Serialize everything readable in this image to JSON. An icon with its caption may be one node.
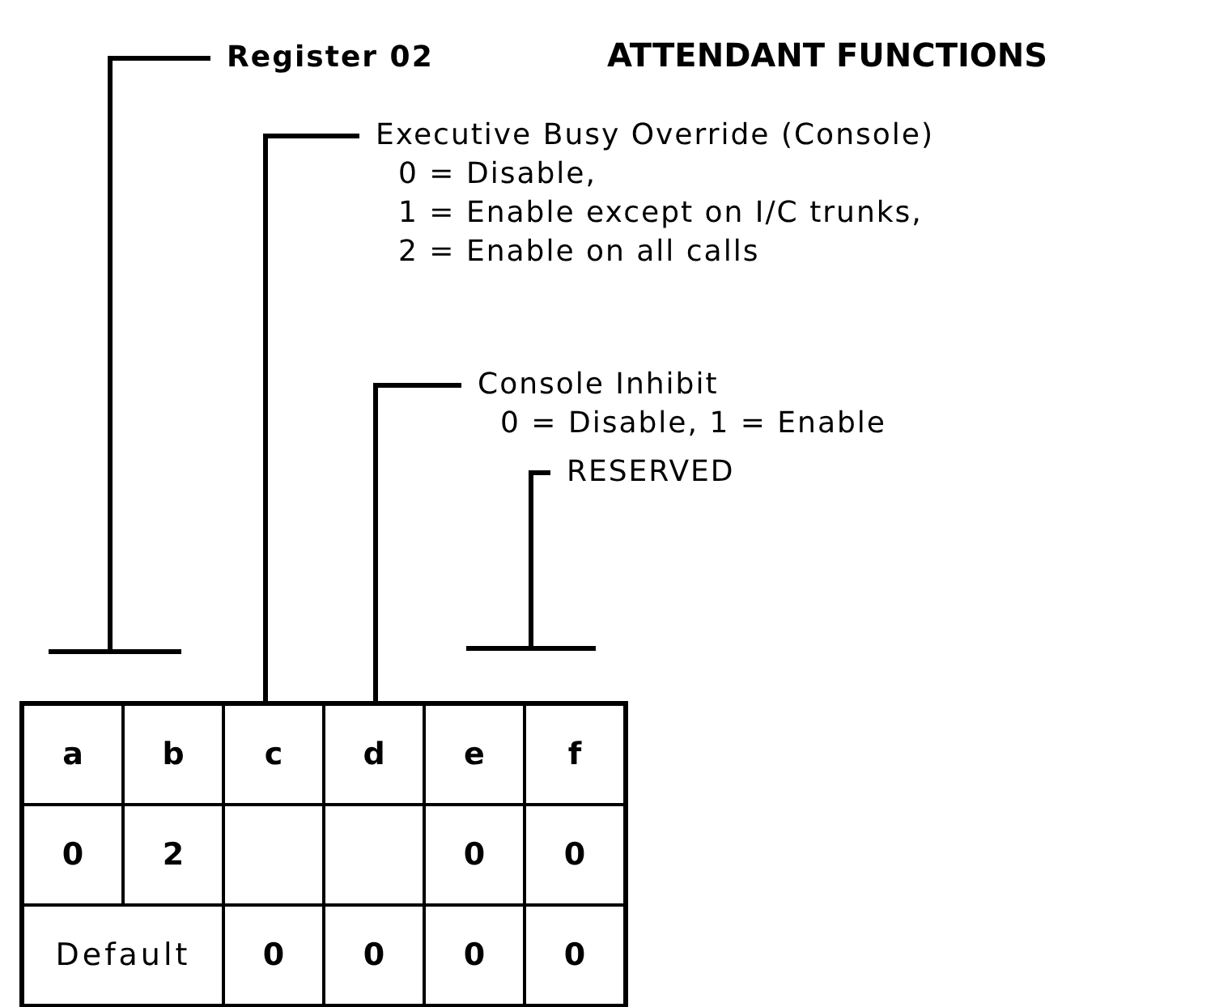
{
  "diagram": {
    "title": "ATTENDANT FUNCTIONS",
    "nodes": [
      {
        "text": [
          "Register 02"
        ]
      },
      {
        "text": [
          "Executive Busy Override (Console)",
          "0 = Disable,",
          "1 = Enable except on I/C trunks,",
          "2 = Enable on all calls"
        ]
      },
      {
        "text": [
          "Console Inhibit",
          "0 = Disable, 1 = Enable"
        ]
      },
      {
        "text": [
          "RESERVED"
        ]
      },
      {
        "text": [],
        "shape": "bar"
      },
      {
        "text": [],
        "shape": "bar"
      }
    ],
    "edges": [
      {
        "from": 0,
        "to": 4,
        "arrow": "none"
      },
      {
        "from": 1,
        "to": null,
        "arrow": "none"
      },
      {
        "from": 2,
        "to": null,
        "arrow": "none"
      },
      {
        "from": 3,
        "to": 5,
        "arrow": "none"
      }
    ],
    "labels": [
      "a",
      "b",
      "c",
      "d",
      "e",
      "f",
      "0",
      "2",
      "0",
      "0",
      "Default",
      "0",
      "0",
      "0",
      "0"
    ]
  }
}
